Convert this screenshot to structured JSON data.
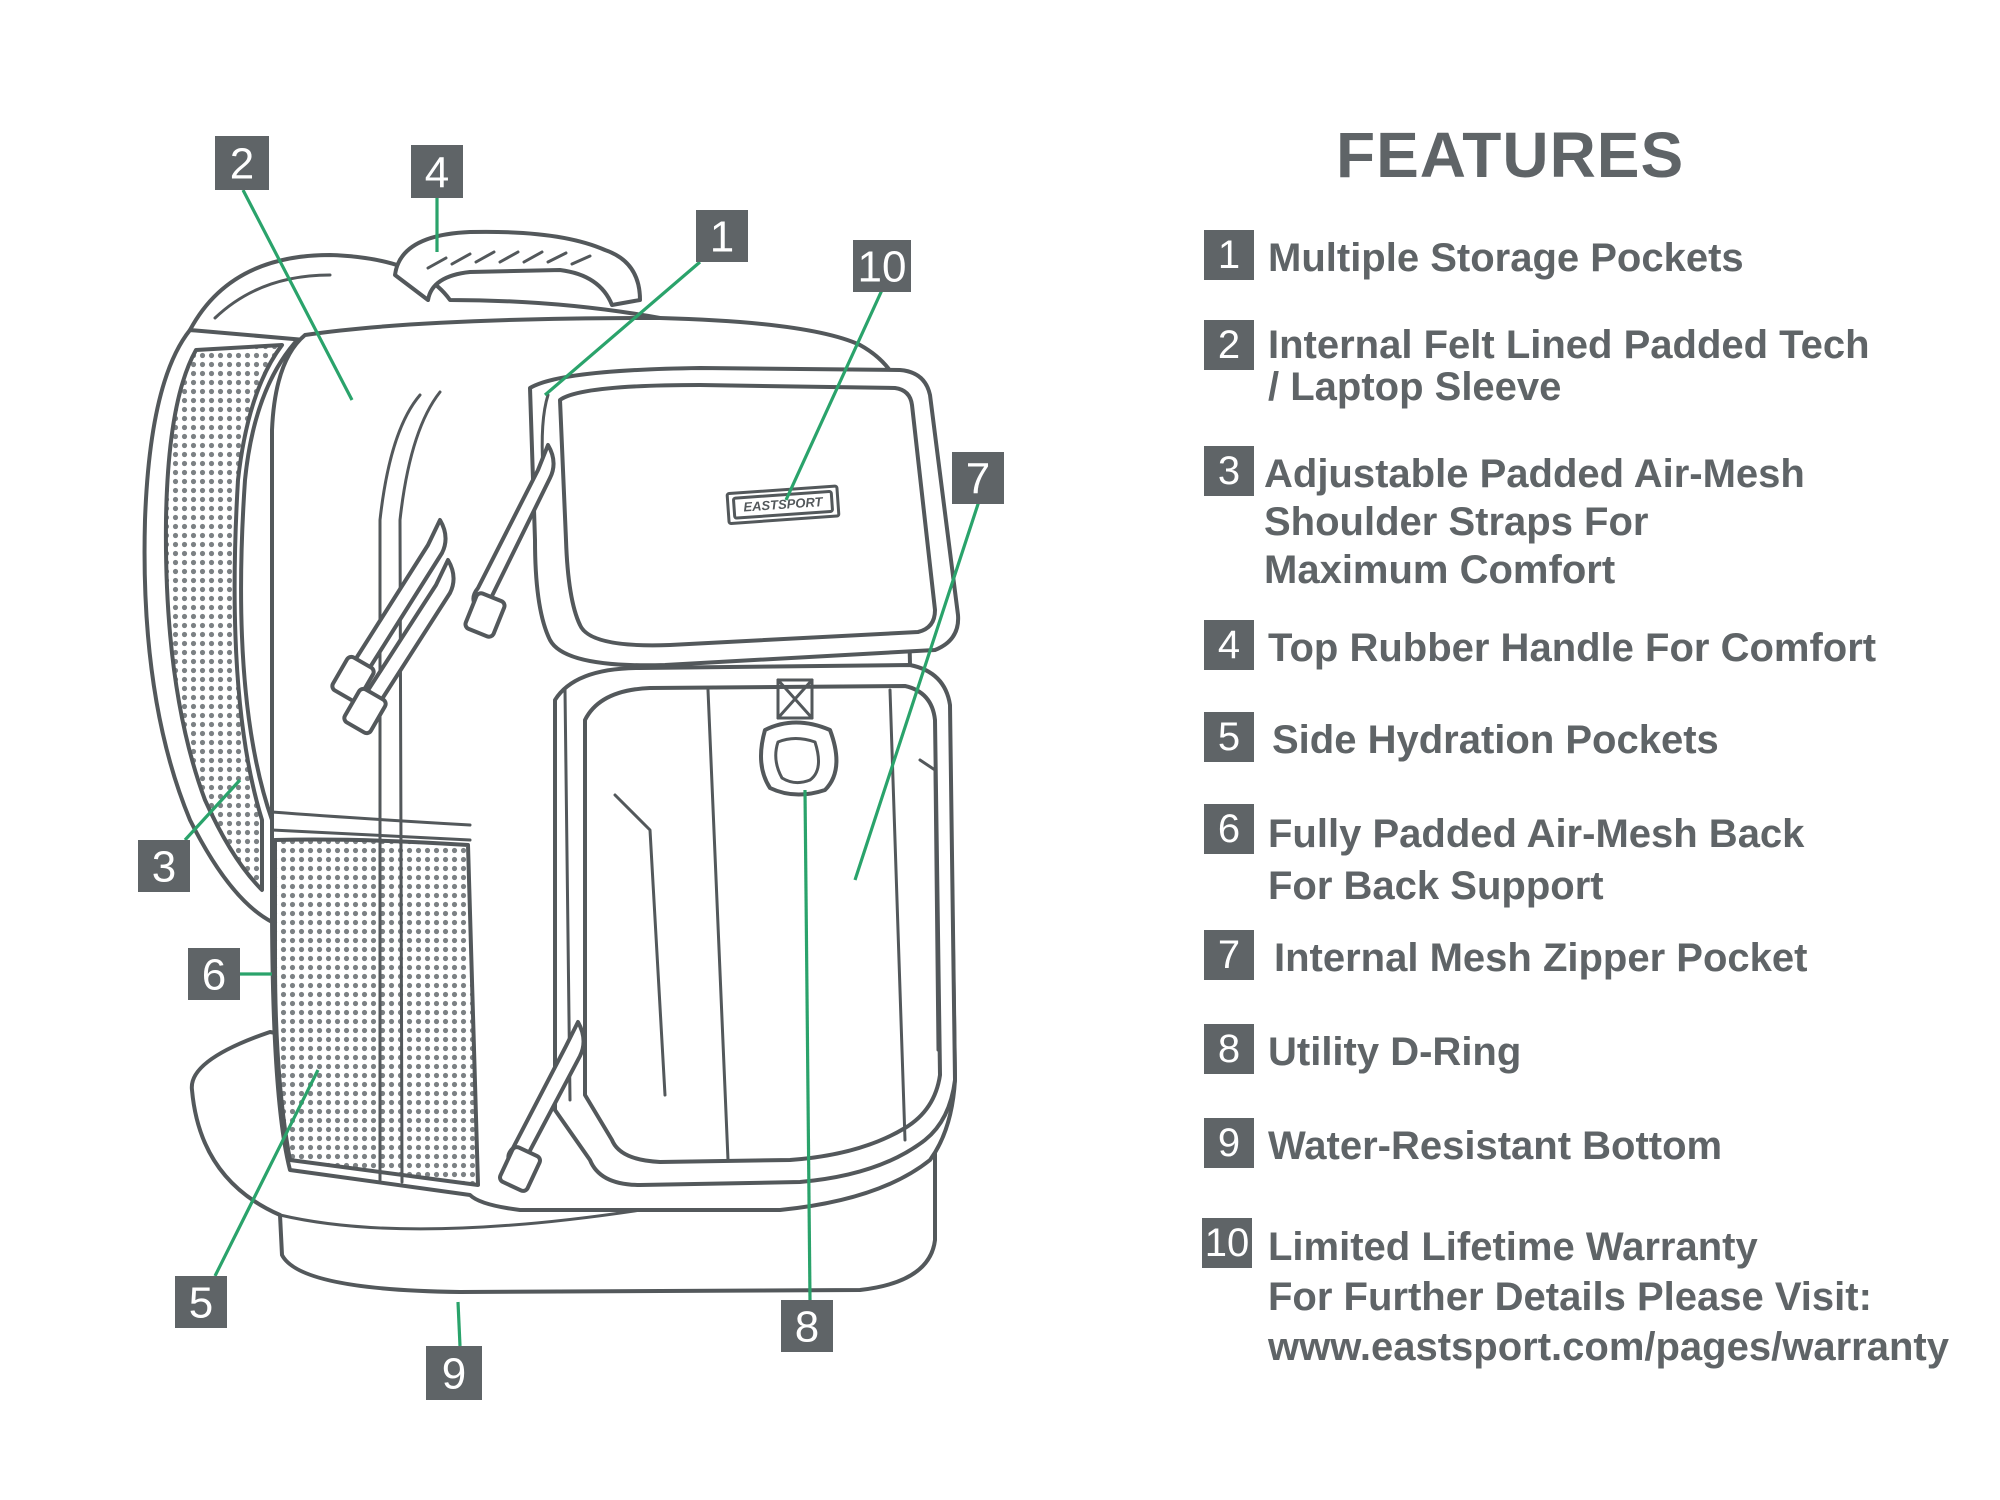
{
  "features_panel": {
    "title": "FEATURES",
    "items": [
      {
        "number": "1",
        "text": "Multiple Storage Pockets"
      },
      {
        "number": "2",
        "text": "Internal Felt Lined Padded Tech\n            / Laptop Sleeve"
      },
      {
        "number": "3",
        "text": "Adjustable Padded Air-Mesh\nShoulder Straps For\nMaximum Comfort"
      },
      {
        "number": "4",
        "text": "Top Rubber Handle For Comfort"
      },
      {
        "number": "5",
        "text": "Side Hydration Pockets"
      },
      {
        "number": "6",
        "text": "Fully Padded Air-Mesh Back\nFor Back Support"
      },
      {
        "number": "7",
        "text": "Internal Mesh Zipper Pocket"
      },
      {
        "number": "8",
        "text": "Utility D-Ring"
      },
      {
        "number": "9",
        "text": "Water-Resistant Bottom"
      },
      {
        "number": "10",
        "text": "Limited Lifetime Warranty\nFor Further Details Please Visit:\nwww.eastsport.com/pages/warranty"
      }
    ]
  },
  "diagram": {
    "brand_label": "EASTSPORT",
    "callouts": [
      "1",
      "2",
      "3",
      "4",
      "5",
      "6",
      "7",
      "8",
      "9",
      "10"
    ],
    "colors": {
      "badge": "#5f6467",
      "leader_line": "#2aa36b",
      "outline": "#53585b"
    }
  }
}
